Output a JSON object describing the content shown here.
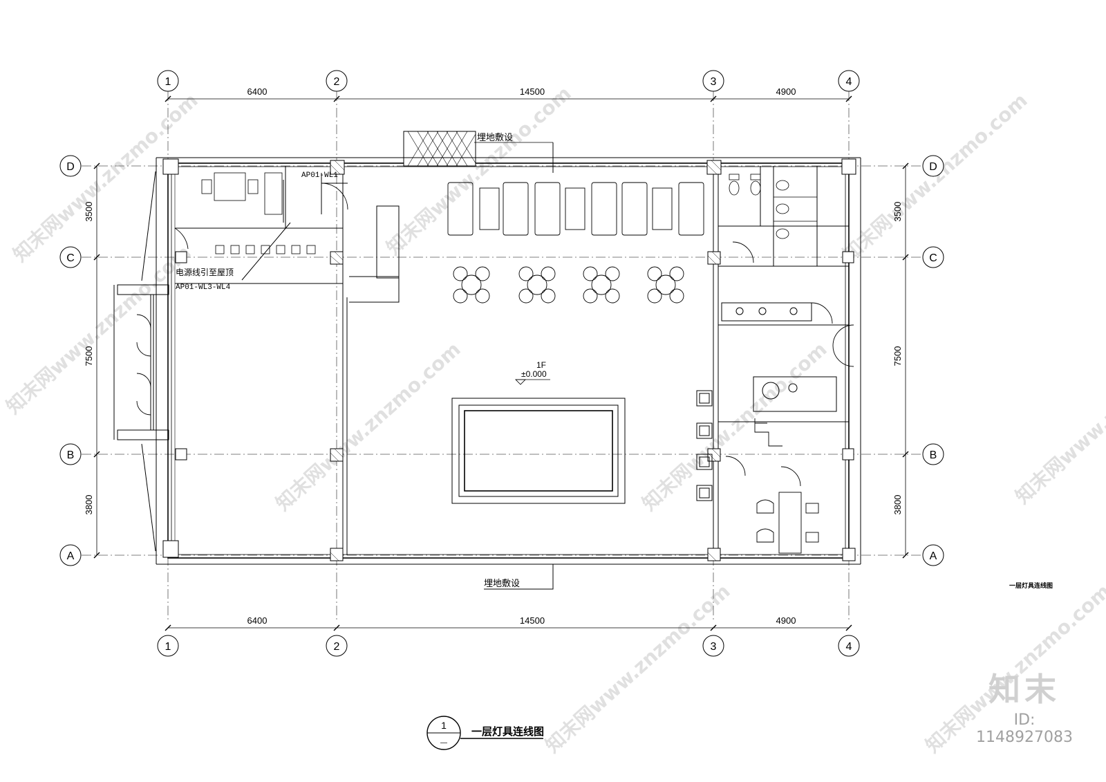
{
  "grid": {
    "columns": [
      "1",
      "2",
      "3",
      "4"
    ],
    "rows": [
      "D",
      "C",
      "B",
      "A"
    ],
    "top_dims": [
      "6400",
      "14500",
      "4900"
    ],
    "bottom_dims": [
      "6400",
      "14500",
      "4900"
    ],
    "left_dims": [
      "3500",
      "7500",
      "3800"
    ],
    "right_dims": [
      "3500",
      "7500",
      "3800"
    ]
  },
  "annotations": {
    "buried_top": "埋地敷设",
    "buried_bottom": "埋地敷设",
    "ap_wl1": "AP01-WL1",
    "power_to_roof": "电源线引至屋顶",
    "ap_wl34": "AP01-WL3-WL4",
    "level_name": "1F",
    "level_value": "±0.000",
    "side_note": "一层灯具连线图"
  },
  "title_block": {
    "number": "1",
    "sub": "—",
    "title": "一层灯具连线图"
  },
  "watermark": {
    "text": "知末网www.znzmo.com",
    "logo": "知末",
    "id": "ID: 1148927083"
  }
}
